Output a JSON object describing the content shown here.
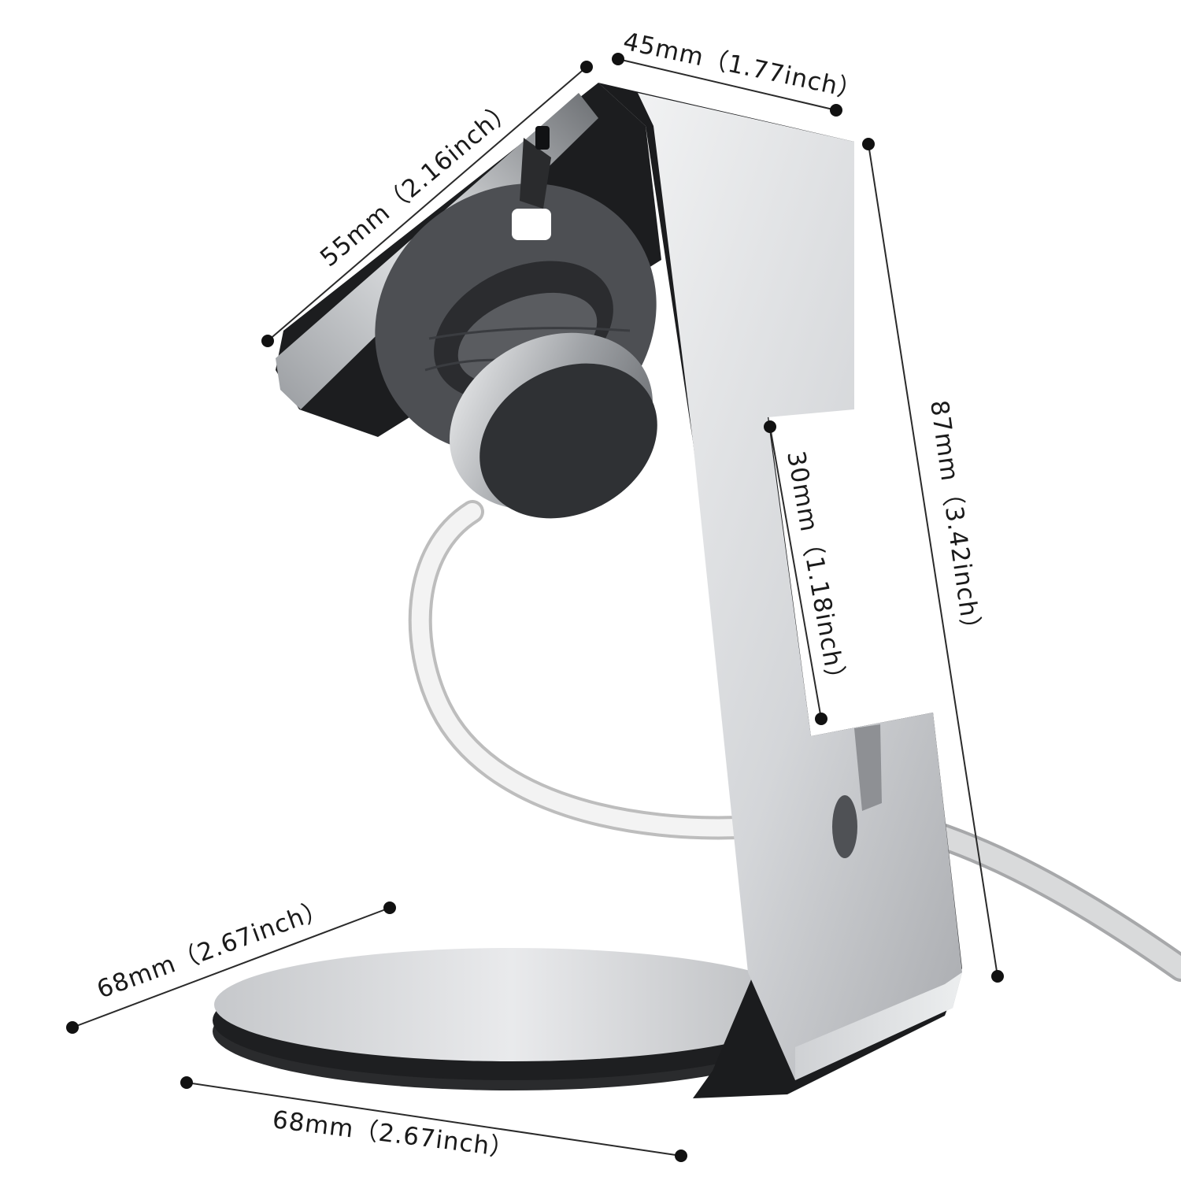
{
  "dimensions": {
    "top_width": "45mm（1.77inch）",
    "top_depth": "55mm（2.16inch）",
    "height": "87mm（3.42inch）",
    "gap": "30mm（1.18inch）",
    "base_depth": "68mm（2.67inch）",
    "base_width": "68mm（2.67inch）"
  },
  "colors": {
    "aluminum_light": "#e6e7e9",
    "aluminum_mid": "#bfc1c4",
    "aluminum_dark": "#8e9094",
    "edge_black": "#1b1c1e",
    "silicone_grey": "#4a4c50",
    "cable_white": "#f2f2f2"
  }
}
